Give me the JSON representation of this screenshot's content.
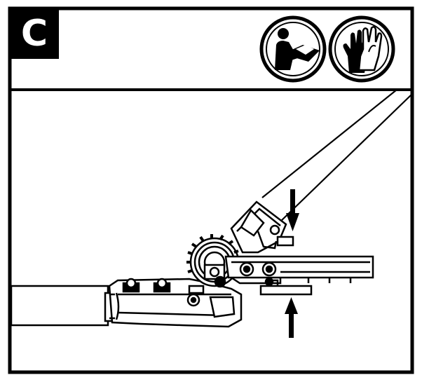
{
  "step": {
    "label": "C"
  },
  "icons": [
    {
      "name": "read-manual-icon"
    },
    {
      "name": "wear-gloves-icon"
    }
  ],
  "arrows": [
    {
      "name": "arrow-down-icon",
      "direction": "down"
    },
    {
      "name": "arrow-up-icon",
      "direction": "up"
    }
  ],
  "colors": {
    "ink": "#000000",
    "paper": "#ffffff"
  }
}
